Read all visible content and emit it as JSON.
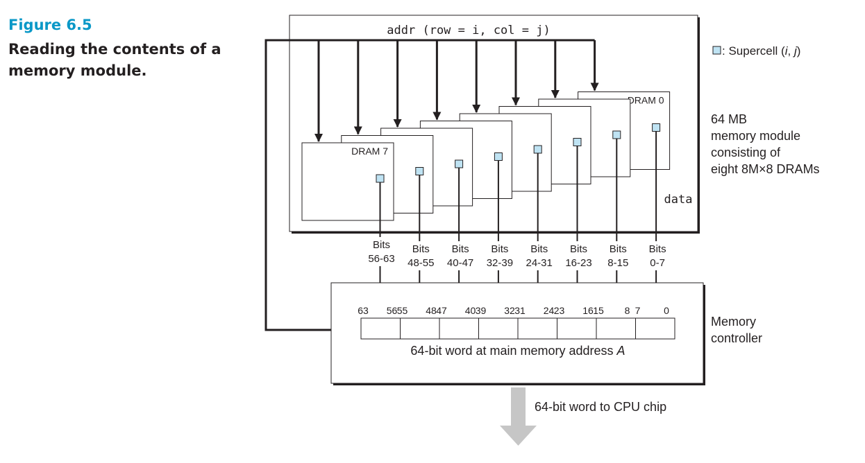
{
  "figure": {
    "number": "Figure 6.5",
    "caption": "Reading the contents of a memory module."
  },
  "legend": {
    "supercell": "□: Supercell (i, j)"
  },
  "module": {
    "addr_label": "addr (row = i, col = j)",
    "data_label": "data",
    "description": [
      "64 MB",
      "memory module",
      "consisting of",
      "eight 8M×8 DRAMs"
    ]
  },
  "drams": [
    {
      "label": "DRAM 7",
      "bits": "56-63"
    },
    {
      "label": "",
      "bits": "48-55"
    },
    {
      "label": "",
      "bits": "40-47"
    },
    {
      "label": "",
      "bits": "32-39"
    },
    {
      "label": "",
      "bits": "24-31"
    },
    {
      "label": "",
      "bits": "16-23"
    },
    {
      "label": "",
      "bits": "8-15"
    },
    {
      "label": "DRAM 0",
      "bits": "0-7"
    }
  ],
  "bits_word": "Bits",
  "controller": {
    "label": [
      "Memory",
      "controller"
    ],
    "bit_positions": [
      "63",
      "56",
      "55",
      "48",
      "47",
      "40",
      "39",
      "32",
      "31",
      "24",
      "23",
      "16",
      "15",
      "8",
      "7",
      "0"
    ],
    "word_label": "64-bit word at main memory address A"
  },
  "output_label": "64-bit word to CPU chip",
  "colors": {
    "accent": "#0a98c7",
    "supercell_fill": "#bfe3f3",
    "shadow": "#231f20",
    "output_arrow": "#c6c6c6"
  }
}
